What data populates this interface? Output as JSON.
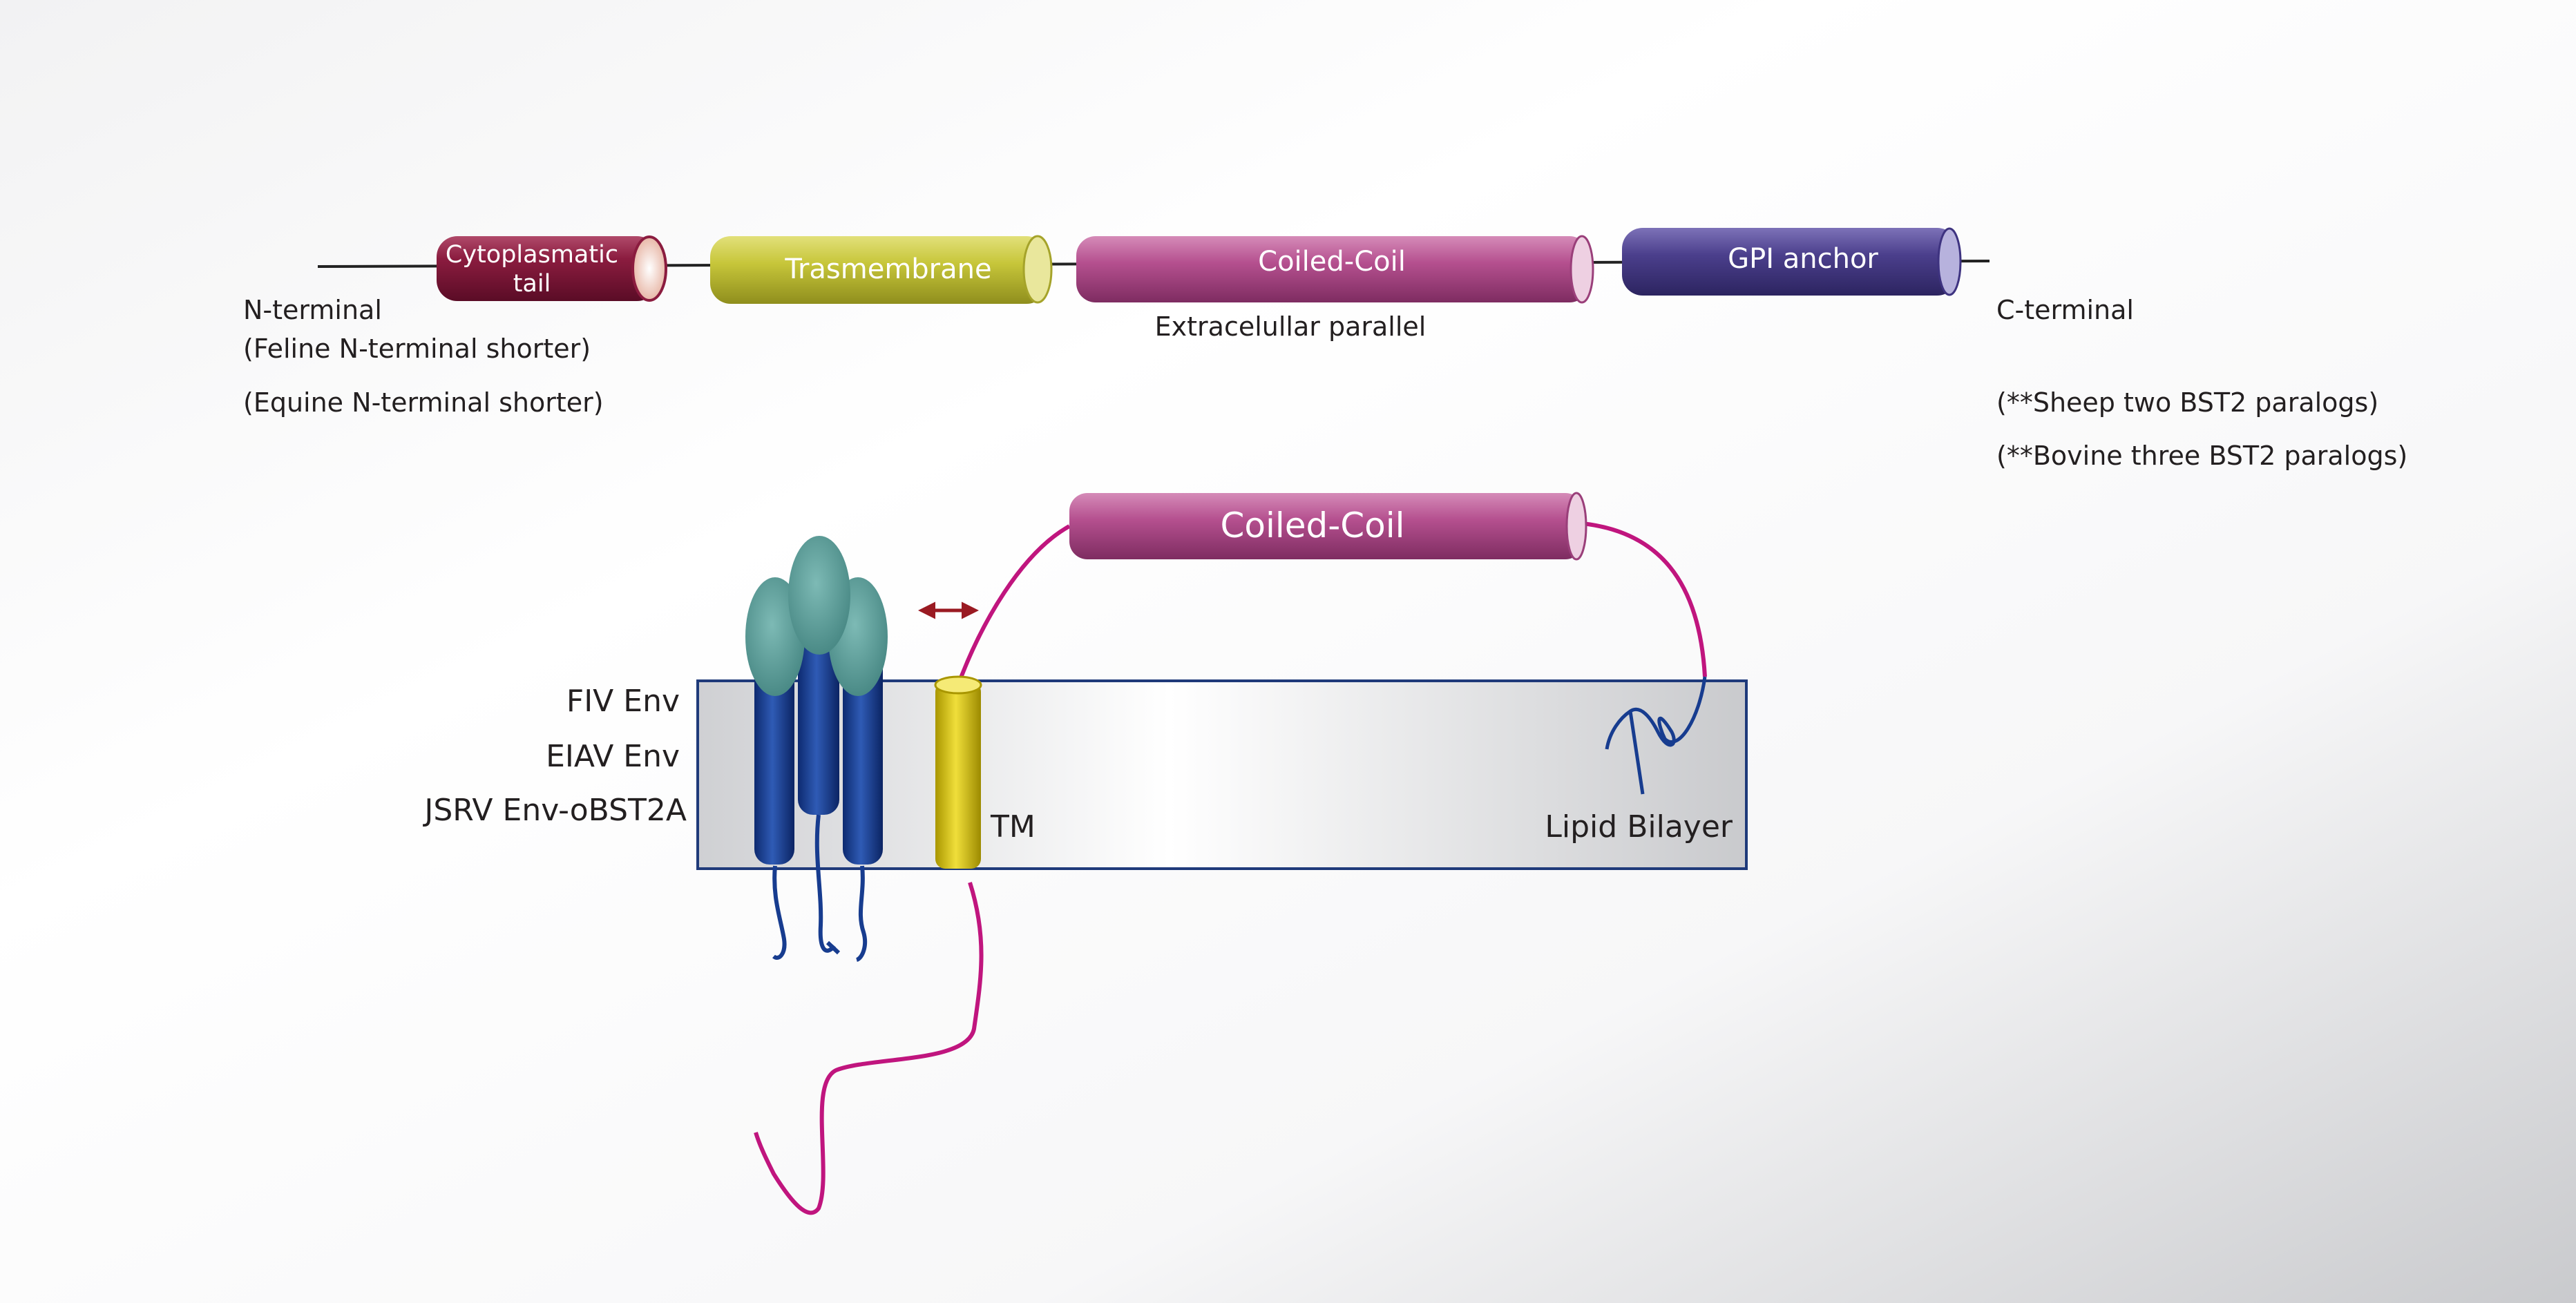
{
  "domain_view": {
    "domain_bar": {
      "segments": {
        "cytoplasmatic_tail": {
          "line1": "Cytoplasmatic",
          "line2": "tail",
          "color": "#8b1c3f"
        },
        "transmembrane": {
          "label": "Trasmembrane",
          "color": "#c7c63a"
        },
        "coiled_coil": {
          "label": "Coiled-Coil",
          "color": "#b5508f"
        },
        "gpi_anchor": {
          "label": "GPI anchor",
          "color": "#4b3f8c"
        }
      },
      "extracellular_label": "Extracelullar parallel"
    },
    "n_terminal": {
      "title": "N-terminal",
      "note_feline": "(Feline N-terminal shorter)",
      "note_equine": "(Equine N-terminal shorter)"
    },
    "c_terminal": {
      "title": "C-terminal",
      "note_sheep": "(**Sheep two BST2 paralogs)",
      "note_bovine": "(**Bovine three BST2 paralogs)"
    }
  },
  "membrane_view": {
    "coiled_coil_label": "Coiled-Coil",
    "tm_label": "TM",
    "lipid_bilayer_label": "Lipid Bilayer",
    "env_labels": {
      "fiv": "FIV Env",
      "eiav": "EIAV Env",
      "jsrv": "JSRV Env-oBST2A"
    },
    "colors": {
      "env_stalk": "#173c8f",
      "env_head": "#5a9c98",
      "tm_cylinder": "#d9c51a",
      "bst2_chain": "#c0157e",
      "interaction_arrow": "#9a1a22",
      "membrane_border": "#1f3a7a"
    }
  }
}
